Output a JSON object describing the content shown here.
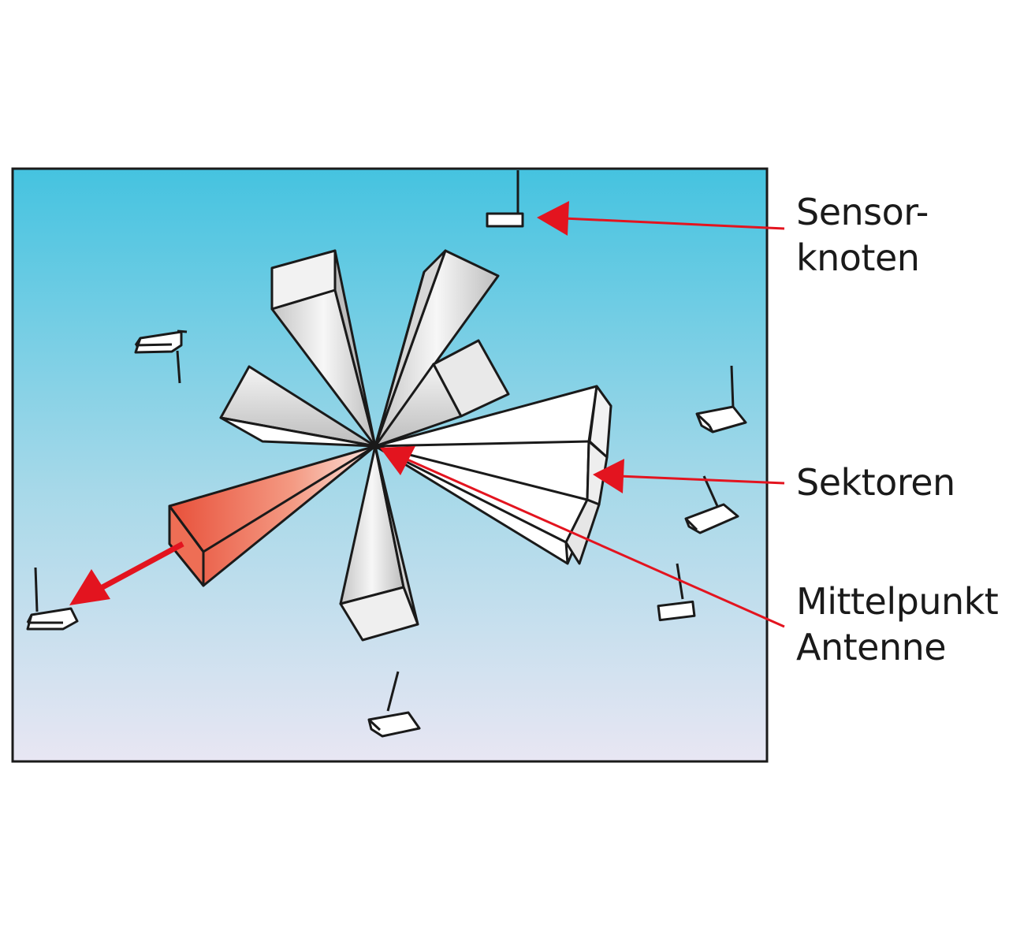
{
  "labels": {
    "sensor_line1": "Sensor-",
    "sensor_line2": "knoten",
    "sektoren": "Sektoren",
    "mittelpunkt_line1": "Mittelpunkt",
    "mittelpunkt_line2": "Antenne"
  },
  "colors": {
    "background_top": "#45c3e0",
    "background_bottom": "#e8e6f3",
    "arrow": "#e3141f",
    "active_sector": "#ef6f55",
    "outline": "#1a1a1a"
  }
}
